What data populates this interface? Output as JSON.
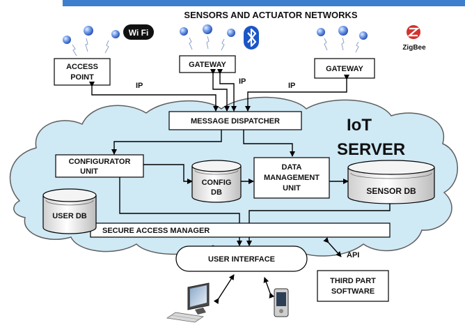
{
  "header": {
    "title": "SENSORS AND ACTUATOR NETWORKS",
    "bar_color": "#3d7fcc"
  },
  "cloud": {
    "title_line1": "IoT",
    "title_line2": "SERVER",
    "fill": "#cfe9f5",
    "stroke": "#5e5e5e"
  },
  "network": {
    "access_point": [
      "ACCESS",
      "POINT"
    ],
    "gateway_bluetooth": "GATEWAY",
    "gateway_zigbee": "GATEWAY",
    "ip_labels": [
      "IP",
      "IP",
      "IP"
    ]
  },
  "logos": {
    "wifi": "Wi Fi",
    "zigbee": "ZigBee",
    "zigbee_color": "#d2332e",
    "bluetooth_color": "#1b56c7"
  },
  "server": {
    "message_dispatcher": "MESSAGE DISPATCHER",
    "configurator_unit": [
      "CONFIGURATOR",
      "UNIT"
    ],
    "config_db": [
      "CONFIG",
      "DB"
    ],
    "data_management_unit": [
      "DATA",
      "MANAGEMENT",
      "UNIT"
    ],
    "sensor_db": "SENSOR  DB",
    "user_db": "USER DB",
    "secure_access_manager": "SECURE ACCESS MANAGER"
  },
  "clients": {
    "user_interface": "USER INTERFACE",
    "api_label": "API",
    "third_party": [
      "THIRD PART",
      "SOFTWARE"
    ]
  },
  "icons": [
    "sensor-node-icon",
    "wireless-signal-icon",
    "wifi-logo-icon",
    "bluetooth-icon",
    "zigbee-icon",
    "desktop-computer-icon",
    "mobile-phone-icon"
  ]
}
